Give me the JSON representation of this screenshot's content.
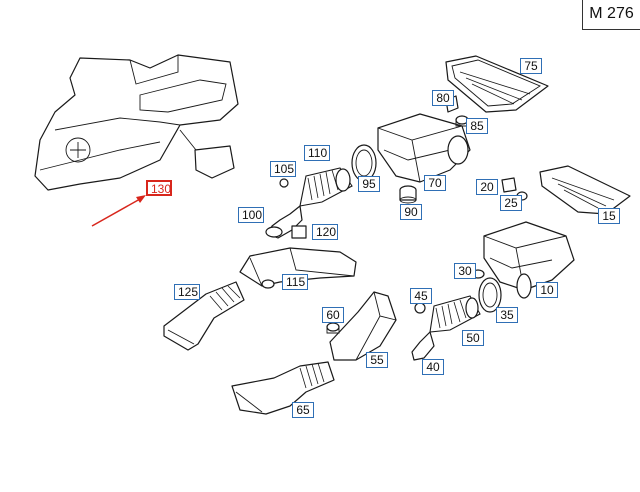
{
  "model_code": "M 276",
  "callouts": [
    {
      "id": "130",
      "label": "130",
      "highlighted": true
    },
    {
      "id": "75",
      "label": "75"
    },
    {
      "id": "80",
      "label": "80"
    },
    {
      "id": "85",
      "label": "85"
    },
    {
      "id": "110",
      "label": "110"
    },
    {
      "id": "105",
      "label": "105"
    },
    {
      "id": "95",
      "label": "95"
    },
    {
      "id": "70",
      "label": "70"
    },
    {
      "id": "90",
      "label": "90"
    },
    {
      "id": "20",
      "label": "20"
    },
    {
      "id": "25",
      "label": "25"
    },
    {
      "id": "15",
      "label": "15"
    },
    {
      "id": "100",
      "label": "100"
    },
    {
      "id": "120",
      "label": "120"
    },
    {
      "id": "115",
      "label": "115"
    },
    {
      "id": "125",
      "label": "125"
    },
    {
      "id": "30",
      "label": "30"
    },
    {
      "id": "10",
      "label": "10"
    },
    {
      "id": "35",
      "label": "35"
    },
    {
      "id": "45",
      "label": "45"
    },
    {
      "id": "50",
      "label": "50"
    },
    {
      "id": "60",
      "label": "60"
    },
    {
      "id": "55",
      "label": "55"
    },
    {
      "id": "40",
      "label": "40"
    },
    {
      "id": "65",
      "label": "65"
    }
  ],
  "colors": {
    "callout_border": "#2f6fb5",
    "highlight": "#d8261c",
    "line": "#1a1a1a"
  }
}
